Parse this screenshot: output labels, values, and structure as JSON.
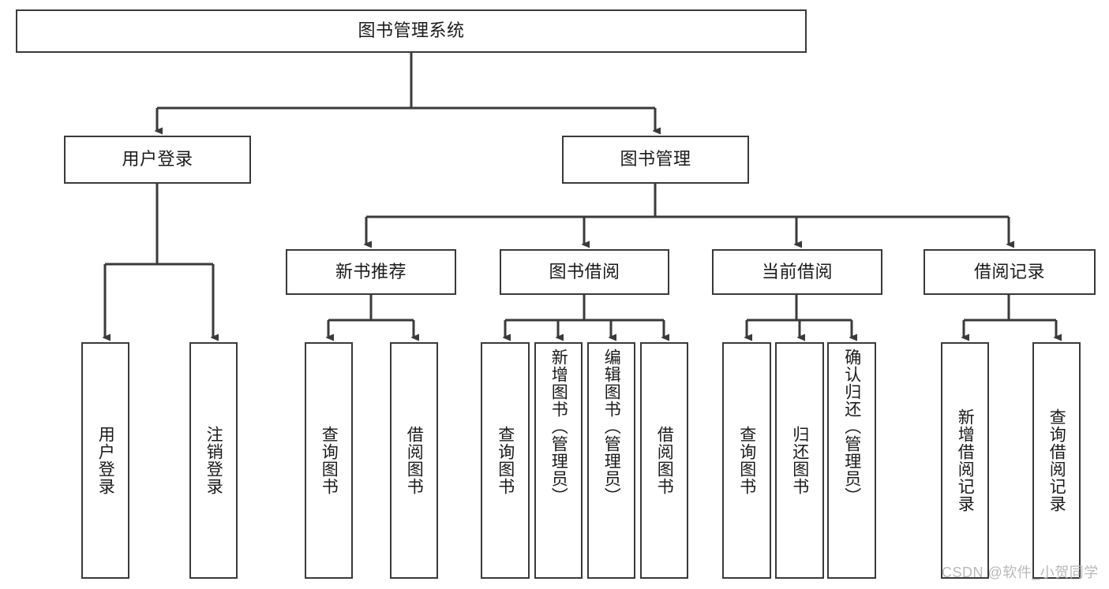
{
  "diagram": {
    "title": "图书管理系统",
    "watermark": "CSDN @软件_小贺同学",
    "line_color": "#3a3a3a",
    "box_border_color": "#3a3a3a",
    "box_fill_color": "#ffffff",
    "text_color": "#1a1a1a",
    "watermark_color": "#b9b9b9",
    "root": {
      "label": "图书管理系统"
    },
    "level2": [
      {
        "label": "用户登录"
      },
      {
        "label": "图书管理"
      }
    ],
    "level3": [
      {
        "label": "新书推荐"
      },
      {
        "label": "图书借阅"
      },
      {
        "label": "当前借阅"
      },
      {
        "label": "借阅记录"
      }
    ],
    "leaves": {
      "user_login": [
        {
          "label": "用户登录"
        },
        {
          "label": "注销登录"
        }
      ],
      "new_book_recommend": [
        {
          "label": "查询图书"
        },
        {
          "label": "借阅图书"
        }
      ],
      "book_borrow": [
        {
          "label": "查询图书"
        },
        {
          "label": "新增图书（管理员）"
        },
        {
          "label": "编辑图书（管理员）"
        },
        {
          "label": "借阅图书"
        }
      ],
      "current_borrow": [
        {
          "label": "查询图书"
        },
        {
          "label": "归还图书"
        },
        {
          "label": "确认归还（管理员）"
        }
      ],
      "borrow_record": [
        {
          "label": "新增借阅记录"
        },
        {
          "label": "查询借阅记录"
        }
      ]
    }
  }
}
